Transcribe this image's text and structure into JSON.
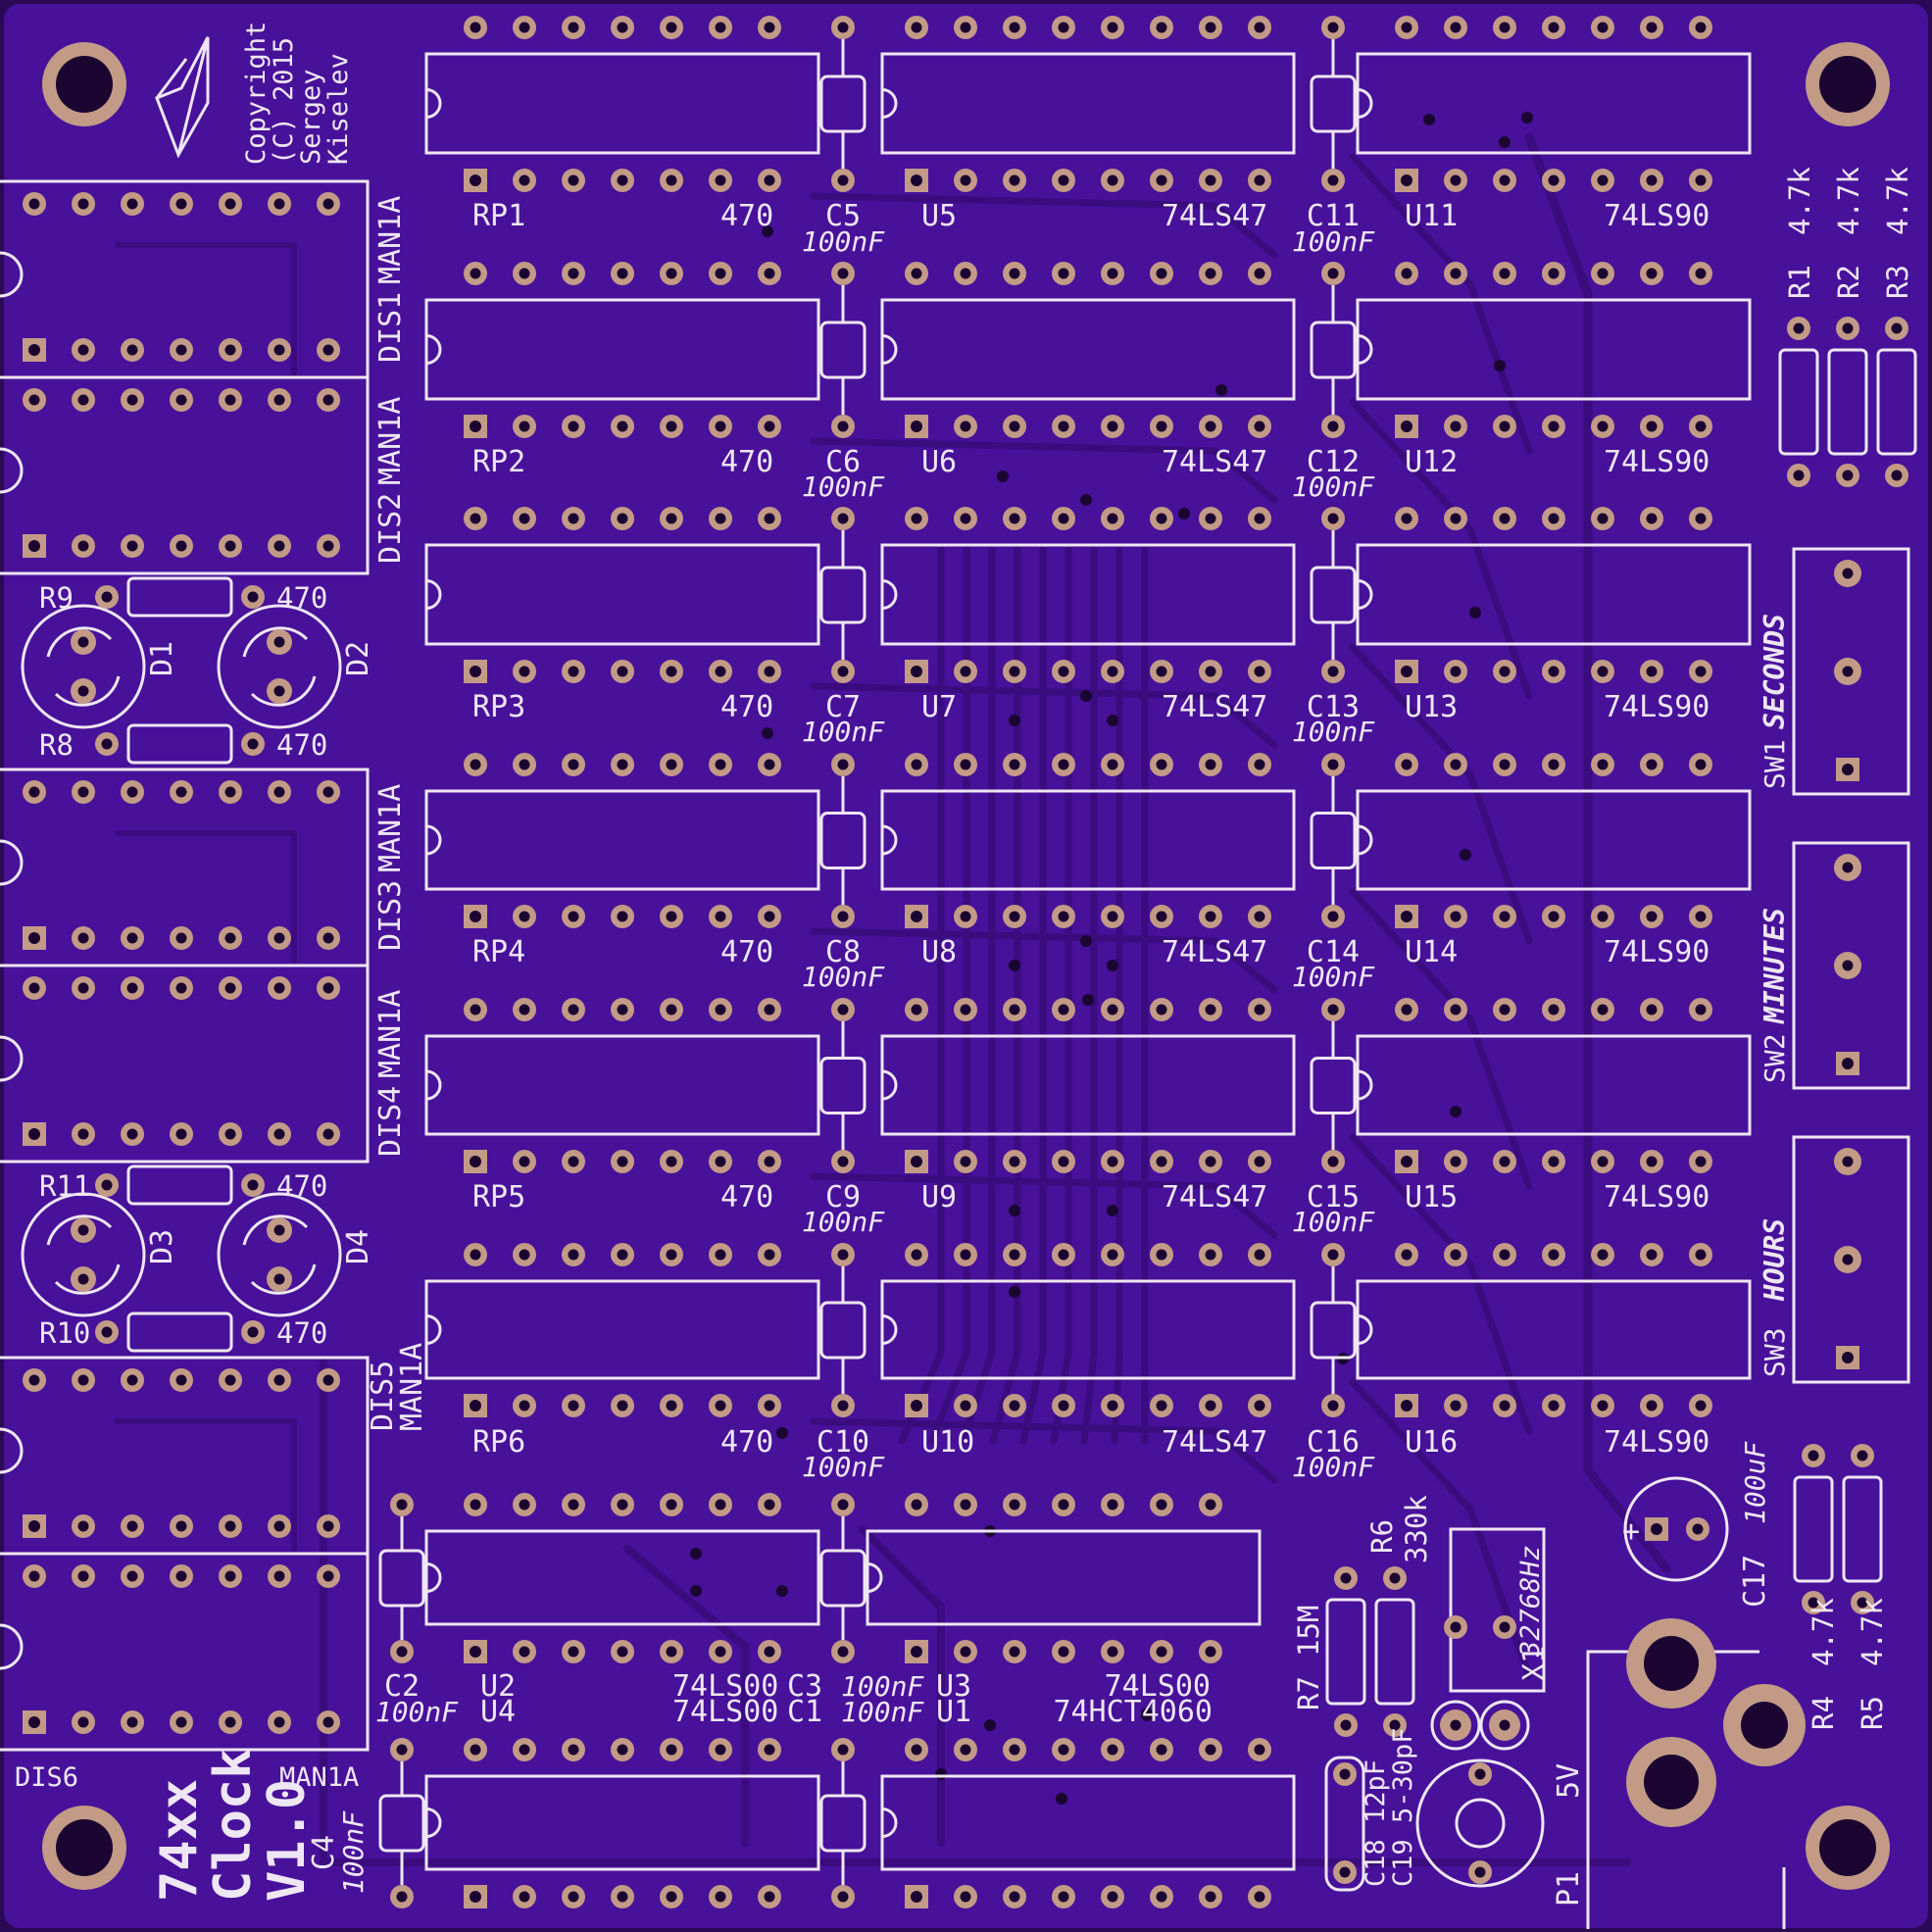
{
  "colors": {
    "board": "#47119a",
    "board_edge": "#2a0a55",
    "trace": "#3a0c7e",
    "pad": "#c29a86",
    "silk": "#efe6f3",
    "hole": "#1a0630"
  },
  "copyright": [
    "Copyright",
    "(C) 2015",
    "Sergey",
    "Kiselev"
  ],
  "title": [
    "74xx",
    "Clock",
    "V1.0"
  ],
  "logo_icon": "chevron-wing-logo",
  "resnets": [
    {
      "ref": "RP1",
      "value": "470"
    },
    {
      "ref": "RP2",
      "value": "470"
    },
    {
      "ref": "RP3",
      "value": "470"
    },
    {
      "ref": "RP4",
      "value": "470"
    },
    {
      "ref": "RP5",
      "value": "470"
    },
    {
      "ref": "RP6",
      "value": "470"
    }
  ],
  "caps_mid": [
    {
      "ref": "C5",
      "value": "100nF"
    },
    {
      "ref": "C6",
      "value": "100nF"
    },
    {
      "ref": "C7",
      "value": "100nF"
    },
    {
      "ref": "C8",
      "value": "100nF"
    },
    {
      "ref": "C9",
      "value": "100nF"
    },
    {
      "ref": "C10",
      "value": "100nF"
    }
  ],
  "decoders": [
    {
      "ref": "U5",
      "part": "74LS47"
    },
    {
      "ref": "U6",
      "part": "74LS47"
    },
    {
      "ref": "U7",
      "part": "74LS47"
    },
    {
      "ref": "U8",
      "part": "74LS47"
    },
    {
      "ref": "U9",
      "part": "74LS47"
    },
    {
      "ref": "U10",
      "part": "74LS47"
    }
  ],
  "caps_right": [
    {
      "ref": "C11",
      "value": "100nF"
    },
    {
      "ref": "C12",
      "value": "100nF"
    },
    {
      "ref": "C13",
      "value": "100nF"
    },
    {
      "ref": "C14",
      "value": "100nF"
    },
    {
      "ref": "C15",
      "value": "100nF"
    },
    {
      "ref": "C16",
      "value": "100nF"
    }
  ],
  "counters": [
    {
      "ref": "U11",
      "part": "74LS90"
    },
    {
      "ref": "U12",
      "part": "74LS90"
    },
    {
      "ref": "U13",
      "part": "74LS90"
    },
    {
      "ref": "U14",
      "part": "74LS90"
    },
    {
      "ref": "U15",
      "part": "74LS90"
    },
    {
      "ref": "U16",
      "part": "74LS90"
    }
  ],
  "displays": [
    {
      "ref": "DIS1",
      "part": "MAN1A"
    },
    {
      "ref": "DIS2",
      "part": "MAN1A"
    },
    {
      "ref": "DIS3",
      "part": "MAN1A"
    },
    {
      "ref": "DIS4",
      "part": "MAN1A"
    },
    {
      "ref": "DIS5",
      "part": "MAN1A"
    },
    {
      "ref": "DIS6",
      "part": "MAN1A"
    }
  ],
  "leds": [
    "D1",
    "D2",
    "D3",
    "D4"
  ],
  "led_resistors": [
    {
      "ref": "R9",
      "value": "470"
    },
    {
      "ref": "R8",
      "value": "470"
    },
    {
      "ref": "R11",
      "value": "470"
    },
    {
      "ref": "R10",
      "value": "470"
    }
  ],
  "pullups": [
    {
      "ref": "R1",
      "value": "4.7k"
    },
    {
      "ref": "R2",
      "value": "4.7k"
    },
    {
      "ref": "R3",
      "value": "4.7k"
    }
  ],
  "switches": [
    {
      "ref": "SW1",
      "label": "SECONDS"
    },
    {
      "ref": "SW2",
      "label": "MINUTES"
    },
    {
      "ref": "SW3",
      "label": "HOURS"
    }
  ],
  "bottom": {
    "c2": {
      "ref": "C2",
      "value": "100nF"
    },
    "c4": {
      "ref": "C4",
      "value": "100nF"
    },
    "u2": {
      "ref": "U2",
      "part": "74LS00"
    },
    "u4": {
      "ref": "U4",
      "part": "74LS00"
    },
    "c3": {
      "ref": "C3",
      "value": "100nF"
    },
    "c1": {
      "ref": "C1",
      "value": "100nF"
    },
    "u3": {
      "ref": "U3",
      "part": "74LS00"
    },
    "u1": {
      "ref": "U1",
      "part": "74HCT4060"
    },
    "r6": {
      "ref": "R6",
      "value": "330k"
    },
    "r7": {
      "ref": "R7",
      "value": "15M"
    },
    "x1": {
      "ref": "X1",
      "value": "32768Hz"
    },
    "c18": {
      "ref": "C18",
      "value": "12pF"
    },
    "c19": {
      "ref": "C19",
      "value": "5-30pF"
    },
    "c17": {
      "ref": "C17",
      "value": "100uF",
      "polarity": "+"
    },
    "r4": {
      "ref": "R4",
      "value": "4.7k"
    },
    "r5": {
      "ref": "R5",
      "value": "4.7k"
    },
    "p1": {
      "ref": "P1",
      "value": "5V"
    }
  }
}
